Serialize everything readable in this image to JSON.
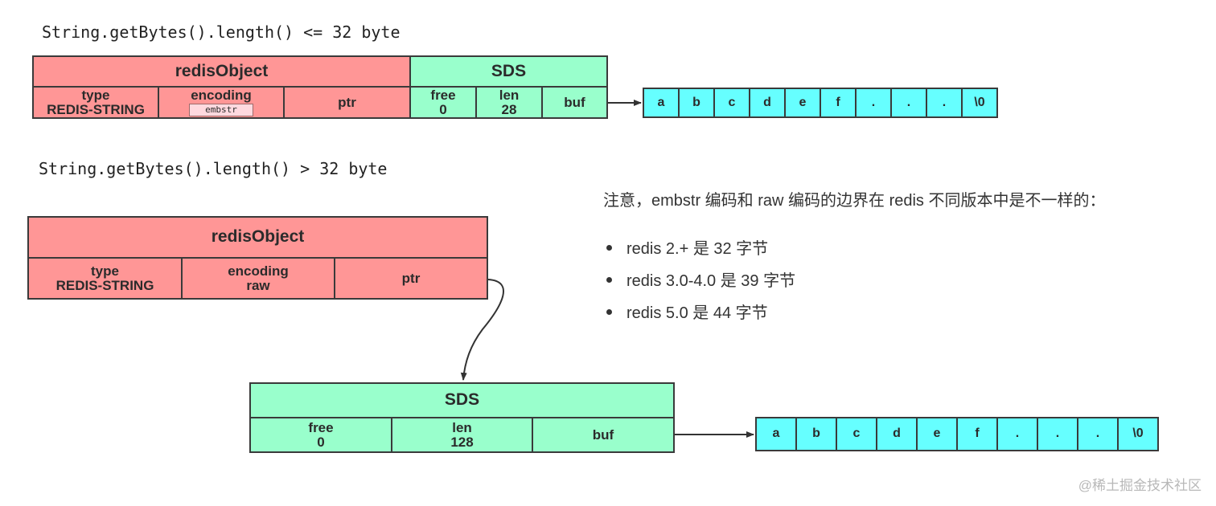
{
  "top": {
    "caption": "String.getBytes().length() <= 32 byte",
    "redis_object": {
      "header": "redisObject",
      "type_label": "type",
      "type_value": "REDIS-STRING",
      "encoding_label": "encoding",
      "encoding_value": "embstr",
      "ptr_label": "ptr"
    },
    "sds": {
      "header": "SDS",
      "free_label": "free",
      "free_value": "0",
      "len_label": "len",
      "len_value": "28",
      "buf_label": "buf"
    },
    "buf_cells": [
      "a",
      "b",
      "c",
      "d",
      "e",
      "f",
      ".",
      ".",
      ".",
      "\\0"
    ]
  },
  "bottom": {
    "caption": "String.getBytes().length() > 32 byte",
    "redis_object": {
      "header": "redisObject",
      "type_label": "type",
      "type_value": "REDIS-STRING",
      "encoding_label": "encoding",
      "encoding_value": "raw",
      "ptr_label": "ptr"
    },
    "sds": {
      "header": "SDS",
      "free_label": "free",
      "free_value": "0",
      "len_label": "len",
      "len_value": "128",
      "buf_label": "buf"
    },
    "buf_cells": [
      "a",
      "b",
      "c",
      "d",
      "e",
      "f",
      ".",
      ".",
      ".",
      "\\0"
    ]
  },
  "note": {
    "text": "注意，embstr 编码和 raw 编码的边界在 redis 不同版本中是不一样的：",
    "items": [
      "redis 2.+ 是 32 字节",
      "redis 3.0-4.0 是 39 字节",
      "redis 5.0 是 44 字节"
    ]
  },
  "watermark": "@稀土掘金技术社区",
  "colors": {
    "redis_object": "#ff9696",
    "sds": "#99ffcc",
    "buf": "#66ffff",
    "border": "#3a3a3a"
  }
}
